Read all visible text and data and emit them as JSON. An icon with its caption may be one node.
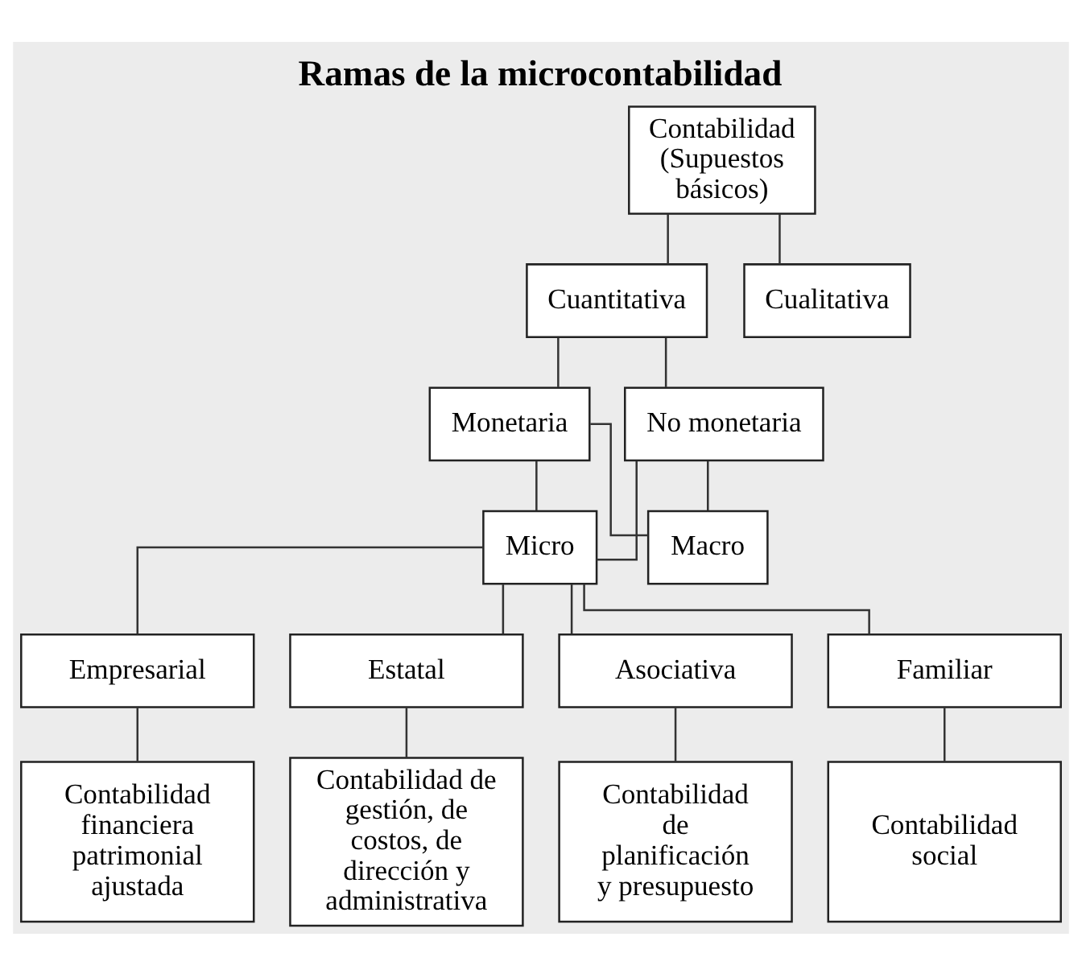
{
  "diagram": {
    "title": "Ramas de la microcontabilidad",
    "nodes": [
      {
        "text": [
          "Contabilidad (Supuestos básicos)"
        ]
      },
      {
        "text": [
          "Cuantitativa"
        ]
      },
      {
        "text": [
          "Cualitativa"
        ]
      },
      {
        "text": [
          "Monetaria"
        ]
      },
      {
        "text": [
          "No monetaria"
        ]
      },
      {
        "text": [
          "Micro"
        ]
      },
      {
        "text": [
          "Macro"
        ]
      },
      {
        "text": [
          "Empresarial"
        ]
      },
      {
        "text": [
          "Estatal"
        ]
      },
      {
        "text": [
          "Asociativa"
        ]
      },
      {
        "text": [
          "Familiar"
        ]
      },
      {
        "text": [
          "Contabilidad financiera patrimonial ajustada"
        ]
      },
      {
        "text": [
          "Contabilidad de gestión, de costos, de dirección y administrativa"
        ]
      },
      {
        "text": [
          "Contabilidad de planificación y presupuesto"
        ]
      },
      {
        "text": [
          "Contabilidad social"
        ]
      }
    ],
    "edges": [
      {
        "from": 0,
        "to": 1,
        "arrow": "none"
      },
      {
        "from": 0,
        "to": 2,
        "arrow": "none"
      },
      {
        "from": 1,
        "to": 3,
        "arrow": "none"
      },
      {
        "from": 1,
        "to": 4,
        "arrow": "none"
      },
      {
        "from": 3,
        "to": 5,
        "arrow": "none"
      },
      {
        "from": 3,
        "to": 6,
        "arrow": "none"
      },
      {
        "from": 4,
        "to": 5,
        "arrow": "none"
      },
      {
        "from": 4,
        "to": 6,
        "arrow": "none"
      },
      {
        "from": 5,
        "to": 7,
        "arrow": "none"
      },
      {
        "from": 5,
        "to": 8,
        "arrow": "none"
      },
      {
        "from": 5,
        "to": 9,
        "arrow": "none"
      },
      {
        "from": 5,
        "to": 10,
        "arrow": "none"
      },
      {
        "from": 7,
        "to": 11,
        "arrow": "none"
      },
      {
        "from": 8,
        "to": 12,
        "arrow": "none"
      },
      {
        "from": 9,
        "to": 13,
        "arrow": "none"
      },
      {
        "from": 10,
        "to": 14,
        "arrow": "none"
      }
    ]
  }
}
